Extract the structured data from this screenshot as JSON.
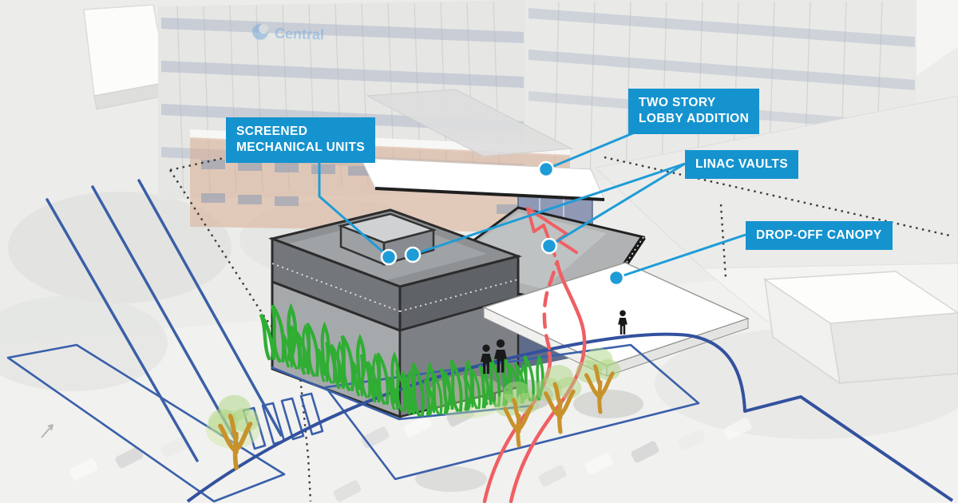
{
  "title": "Cancer center addition annotated site diagram",
  "hospital_sign": "Central",
  "callouts": [
    {
      "id": "screened-mechanical-units",
      "line1": "SCREENED",
      "line2": "MECHANICAL UNITS"
    },
    {
      "id": "two-story-lobby-addition",
      "line1": "TWO STORY",
      "line2": "LOBBY ADDITION"
    },
    {
      "id": "linac-vaults",
      "line1": "LINAC VAULTS",
      "line2": ""
    },
    {
      "id": "drop-off-canopy",
      "line1": "DROP-OFF CANOPY",
      "line2": ""
    }
  ],
  "colors": {
    "label_blue": "#1593ce",
    "leader_blue": "#1e9cd7",
    "planting_outline_blue": "#3a60aa",
    "road_navy": "#33519e",
    "route_red": "#ef5f63",
    "shrub_green": "#2fae33",
    "tree_trunk_tan": "#c8922b",
    "sign_blue": "#7aaede"
  }
}
